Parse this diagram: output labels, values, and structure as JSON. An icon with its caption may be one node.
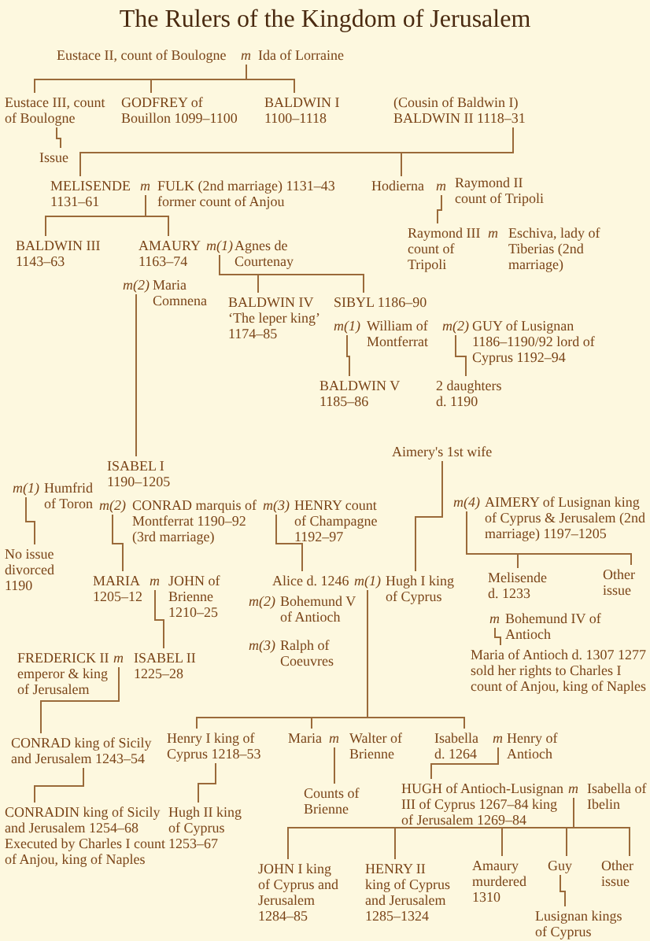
{
  "diagram": {
    "title": "The Rulers of the Kingdom of Jerusalem",
    "nodes": [
      {
        "text": [
          "Eustace II, count of Boulogne"
        ]
      },
      {
        "text": [
          "m"
        ]
      },
      {
        "text": [
          "Ida of Lorraine"
        ]
      },
      {
        "text": [
          "Eustace III, count of Boulogne"
        ]
      },
      {
        "text": [
          "GODFREY of Bouillon 1099–1100"
        ]
      },
      {
        "text": [
          "BALDWIN I 1100–1118"
        ]
      },
      {
        "text": [
          "(Cousin of Baldwin I) BALDWIN II 1118–31"
        ]
      },
      {
        "text": [
          "Issue"
        ]
      },
      {
        "text": [
          "MELISENDE 1131–61"
        ]
      },
      {
        "text": [
          "m"
        ]
      },
      {
        "text": [
          "FULK (2nd marriage) 1131–43 former count of Anjou"
        ]
      },
      {
        "text": [
          "Hodierna"
        ]
      },
      {
        "text": [
          "m"
        ]
      },
      {
        "text": [
          "Raymond II count of Tripoli"
        ]
      },
      {
        "text": [
          "BALDWIN III 1143–63"
        ]
      },
      {
        "text": [
          "AMAURY 1163–74"
        ]
      },
      {
        "text": [
          "m(1)"
        ]
      },
      {
        "text": [
          "Agnes de Courtenay"
        ]
      },
      {
        "text": [
          "Raymond III count of Tripoli"
        ]
      },
      {
        "text": [
          "m"
        ]
      },
      {
        "text": [
          "Eschiva, lady of Tiberias (2nd marriage)"
        ]
      },
      {
        "text": [
          "m(2)"
        ]
      },
      {
        "text": [
          "Maria Comnena"
        ]
      },
      {
        "text": [
          "BALDWIN IV ‘The leper king’ 1174–85"
        ]
      },
      {
        "text": [
          "SIBYL 1186–90"
        ]
      },
      {
        "text": [
          "m(1)"
        ]
      },
      {
        "text": [
          "William of Montferrat"
        ]
      },
      {
        "text": [
          "m(2)"
        ]
      },
      {
        "text": [
          "GUY of Lusignan 1186–1190/92 lord of Cyprus 1192–94"
        ]
      },
      {
        "text": [
          "BALDWIN V 1185–86"
        ]
      },
      {
        "text": [
          "2 daughters d. 1190"
        ]
      },
      {
        "text": [
          "ISABEL I 1190–1205"
        ]
      },
      {
        "text": [
          "Aimery's 1st wife"
        ]
      },
      {
        "text": [
          "m(1)"
        ]
      },
      {
        "text": [
          "Humfrid of Toron"
        ]
      },
      {
        "text": [
          "m(2)"
        ]
      },
      {
        "text": [
          "CONRAD marquis of Montferrat 1190–92 (3rd marriage)"
        ]
      },
      {
        "text": [
          "m(3)"
        ]
      },
      {
        "text": [
          "HENRY count of Champagne 1192–97"
        ]
      },
      {
        "text": [
          "m(4)"
        ]
      },
      {
        "text": [
          "AIMERY of Lusignan king of Cyprus & Jerusalem (2nd marriage) 1197–1205"
        ]
      },
      {
        "text": [
          "No issue divorced 1190"
        ]
      },
      {
        "text": [
          "MARIA 1205–12"
        ]
      },
      {
        "text": [
          "m"
        ]
      },
      {
        "text": [
          "JOHN of Brienne 1210–25"
        ]
      },
      {
        "text": [
          "Alice d. 1246"
        ]
      },
      {
        "text": [
          "m(1)"
        ]
      },
      {
        "text": [
          "Hugh I king of Cyprus"
        ]
      },
      {
        "text": [
          "Melisende d. 1233"
        ]
      },
      {
        "text": [
          "Other issue"
        ]
      },
      {
        "text": [
          "m(2)"
        ]
      },
      {
        "text": [
          "Bohemund V of Antioch"
        ]
      },
      {
        "text": [
          "m"
        ]
      },
      {
        "text": [
          "Bohemund IV of Antioch"
        ]
      },
      {
        "text": [
          "m(3)"
        ]
      },
      {
        "text": [
          "Ralph of Coeuvres"
        ]
      },
      {
        "text": [
          "FREDERICK II emperor & king of Jerusalem"
        ]
      },
      {
        "text": [
          "m"
        ]
      },
      {
        "text": [
          "ISABEL II 1225–28"
        ]
      },
      {
        "text": [
          "Maria of Antioch d. 1307 1277 sold her rights to Charles I count of Anjou, king of Naples"
        ]
      },
      {
        "text": [
          "CONRAD king of Sicily and Jerusalem 1243–54"
        ]
      },
      {
        "text": [
          "Henry I king of Cyprus 1218–53"
        ]
      },
      {
        "text": [
          "Maria"
        ]
      },
      {
        "text": [
          "m"
        ]
      },
      {
        "text": [
          "Walter of Brienne"
        ]
      },
      {
        "text": [
          "Isabella d. 1264"
        ]
      },
      {
        "text": [
          "m"
        ]
      },
      {
        "text": [
          "Henry of Antioch"
        ]
      },
      {
        "text": [
          "CONRADIN king of Sicily and Jerusalem 1254–68 Executed by Charles I count of Anjou, king of Naples"
        ]
      },
      {
        "text": [
          "Hugh II king of Cyprus 1253–67"
        ]
      },
      {
        "text": [
          "Counts of Brienne"
        ]
      },
      {
        "text": [
          "HUGH of Antioch-Lusignan III of Cyprus 1267–84 king of Jerusalem 1269–84"
        ]
      },
      {
        "text": [
          "m"
        ]
      },
      {
        "text": [
          "Isabella of Ibelin"
        ]
      },
      {
        "text": [
          "JOHN I king of Cyprus and Jerusalem 1284–85"
        ]
      },
      {
        "text": [
          "HENRY II king of Cyprus and Jerusalem 1285–1324"
        ]
      },
      {
        "text": [
          "Amaury murdered 1310"
        ]
      },
      {
        "text": [
          "Guy"
        ]
      },
      {
        "text": [
          "Other issue"
        ]
      },
      {
        "text": [
          "Lusignan kings of Cyprus"
        ]
      }
    ],
    "edges": [
      {
        "from": 1,
        "to": 3,
        "arrow": "none"
      },
      {
        "from": 1,
        "to": 4,
        "arrow": "none"
      },
      {
        "from": 1,
        "to": 5,
        "arrow": "none"
      },
      {
        "from": 3,
        "to": 7,
        "arrow": "none"
      },
      {
        "from": 6,
        "to": 8,
        "arrow": "none"
      },
      {
        "from": 6,
        "to": 11,
        "arrow": "none"
      },
      {
        "from": 9,
        "to": 14,
        "arrow": "none"
      },
      {
        "from": 9,
        "to": 15,
        "arrow": "none"
      },
      {
        "from": 12,
        "to": 18,
        "arrow": "none"
      },
      {
        "from": 16,
        "to": 23,
        "arrow": "none"
      },
      {
        "from": 16,
        "to": 24,
        "arrow": "none"
      },
      {
        "from": 21,
        "to": 31,
        "arrow": "none"
      },
      {
        "from": 25,
        "to": 29,
        "arrow": "none"
      },
      {
        "from": 27,
        "to": 30,
        "arrow": "none"
      },
      {
        "from": 33,
        "to": 41,
        "arrow": "none"
      },
      {
        "from": 35,
        "to": 42,
        "arrow": "none"
      },
      {
        "from": 37,
        "to": 45,
        "arrow": "none"
      },
      {
        "from": 32,
        "to": 47,
        "arrow": "none"
      },
      {
        "from": 39,
        "to": 48,
        "arrow": "none"
      },
      {
        "from": 39,
        "to": 49,
        "arrow": "none"
      },
      {
        "from": 43,
        "to": 58,
        "arrow": "none"
      },
      {
        "from": 52,
        "to": 59,
        "arrow": "none"
      },
      {
        "from": 57,
        "to": 60,
        "arrow": "none"
      },
      {
        "from": 46,
        "to": 61,
        "arrow": "none"
      },
      {
        "from": 46,
        "to": 62,
        "arrow": "none"
      },
      {
        "from": 46,
        "to": 65,
        "arrow": "none"
      },
      {
        "from": 60,
        "to": 68,
        "arrow": "none"
      },
      {
        "from": 61,
        "to": 69,
        "arrow": "none"
      },
      {
        "from": 63,
        "to": 70,
        "arrow": "none"
      },
      {
        "from": 66,
        "to": 71,
        "arrow": "none"
      },
      {
        "from": 72,
        "to": 74,
        "arrow": "none"
      },
      {
        "from": 72,
        "to": 75,
        "arrow": "none"
      },
      {
        "from": 72,
        "to": 76,
        "arrow": "none"
      },
      {
        "from": 72,
        "to": 77,
        "arrow": "none"
      },
      {
        "from": 72,
        "to": 78,
        "arrow": "none"
      },
      {
        "from": 77,
        "to": 79,
        "arrow": "none"
      }
    ]
  }
}
